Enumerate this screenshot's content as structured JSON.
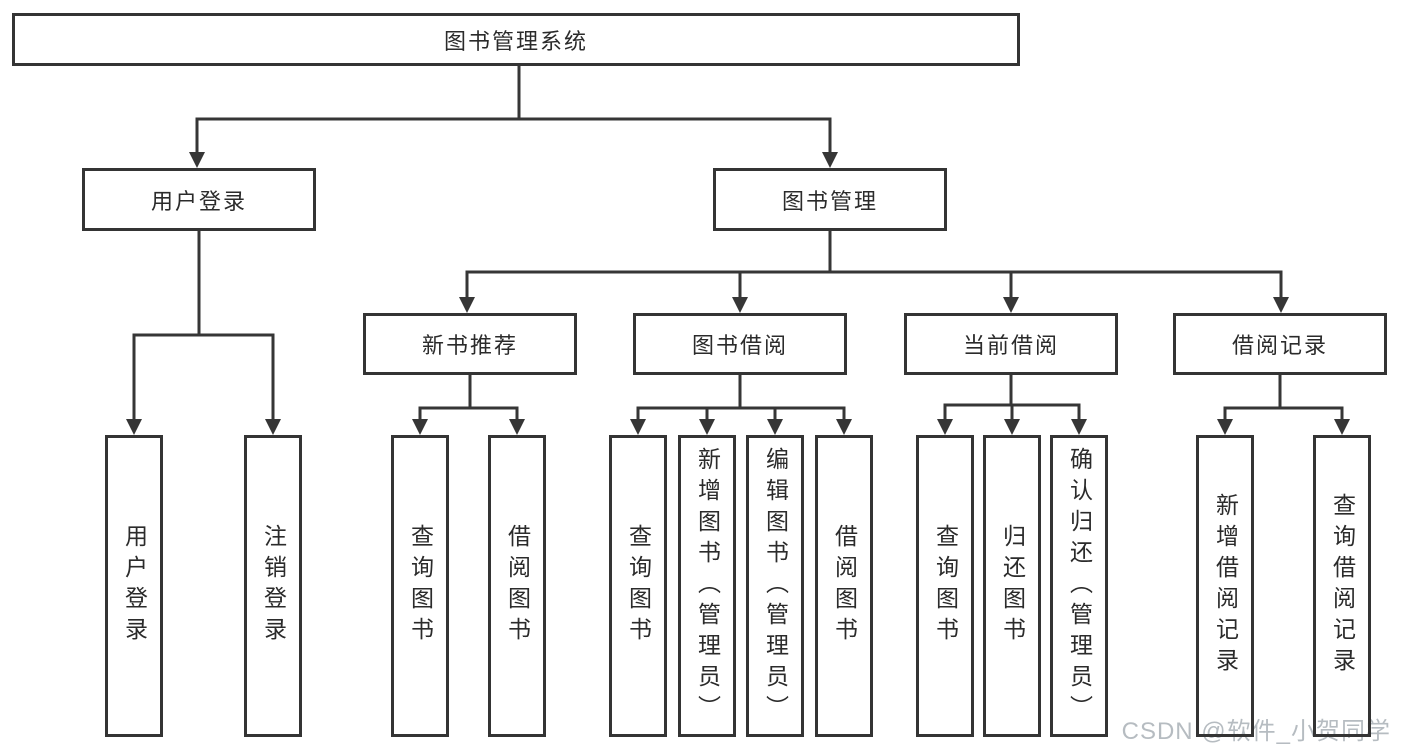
{
  "root": {
    "label": "图书管理系统"
  },
  "branches": {
    "user": {
      "label": "用户登录",
      "leaves": [
        {
          "label": "用户登录"
        },
        {
          "label": "注销登录"
        }
      ]
    },
    "books": {
      "label": "图书管理",
      "sections": [
        {
          "label": "新书推荐",
          "leaves": [
            {
              "label": "查询图书"
            },
            {
              "label": "借阅图书"
            }
          ]
        },
        {
          "label": "图书借阅",
          "leaves": [
            {
              "label": "查询图书"
            },
            {
              "label": "新增图书（管理员）"
            },
            {
              "label": "编辑图书（管理员）"
            },
            {
              "label": "借阅图书"
            }
          ]
        },
        {
          "label": "当前借阅",
          "leaves": [
            {
              "label": "查询图书"
            },
            {
              "label": "归还图书"
            },
            {
              "label": "确认归还（管理员）"
            }
          ]
        },
        {
          "label": "借阅记录",
          "leaves": [
            {
              "label": "新增借阅记录"
            },
            {
              "label": "查询借阅记录"
            }
          ]
        }
      ]
    }
  },
  "watermark": "CSDN @软件_小贺同学",
  "colors": {
    "line": "#363636",
    "border": "#343434",
    "text": "#2b2b2b",
    "watermark": "#b6bcc1",
    "background": "#ffffff"
  }
}
